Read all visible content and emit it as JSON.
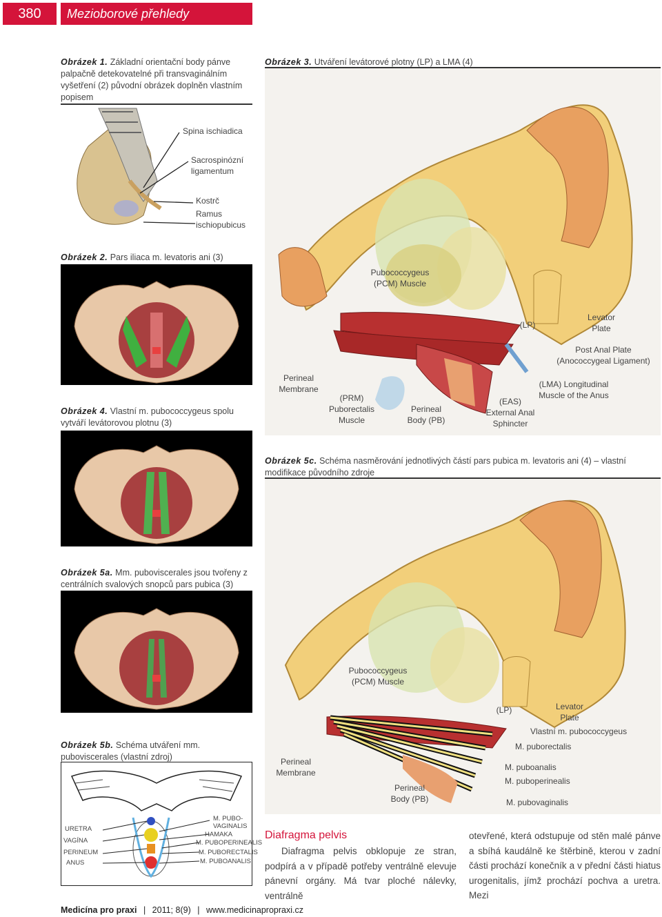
{
  "header": {
    "page_number": "380",
    "section": "Mezioborové přehledy"
  },
  "fig1": {
    "label": "Obrázek 1.",
    "caption": "Základní orientační body pánve palpačně detekovatelné při transvaginálním vyšetření (2) původní obrázek doplněn vlastním popisem",
    "labels": [
      "Spina ischiadica",
      "Sacrospinózní",
      "ligamentum",
      "Kostrč",
      "Ramus",
      "ischiopubicus"
    ]
  },
  "fig2": {
    "label": "Obrázek 2.",
    "caption": "Pars iliaca m. levatoris ani (3)"
  },
  "fig3": {
    "label": "Obrázek 3.",
    "caption": "Utváření levátorové plotny (LP) a LMA (4)",
    "labels": {
      "pcm1": "Pubococcygeus",
      "pcm2": "(PCM) Muscle",
      "lp": "(LP)",
      "lev1": "Levator",
      "lev2": "Plate",
      "pap1": "Post Anal Plate",
      "pap2": "(Anococcygeal Ligament)",
      "pm1": "Perineal",
      "pm2": "Membrane",
      "prm1": "(PRM)",
      "prm2": "Puborectalis",
      "prm3": "Muscle",
      "pb1": "Perineal",
      "pb2": "Body (PB)",
      "eas1": "(EAS)",
      "eas2": "External Anal",
      "eas3": "Sphincter",
      "lma1": "(LMA) Longitudinal",
      "lma2": "Muscle of the Anus"
    }
  },
  "fig4": {
    "label": "Obrázek 4.",
    "caption": "Vlastní m. pubococcygeus spolu vytváří levátorovou plotnu (3)"
  },
  "fig5a": {
    "label": "Obrázek 5a.",
    "caption": "Mm. puboviscerales jsou tvořeny z centrálních svalových snopců pars pubica (3)"
  },
  "fig5b": {
    "label": "Obrázek 5b.",
    "caption": "Schéma utváření mm. puboviscerales (vlastní zdroj)",
    "left": [
      "URETRA",
      "VAGÍNA",
      "PERINEUM",
      "ANUS"
    ],
    "right": [
      "M. PUBO-",
      "VAGINALIS",
      "HAMAKA",
      "M. PUBOPERINEALIS",
      "M. PUBORECTALIS",
      "M. PUBOANALIS"
    ]
  },
  "fig5c": {
    "label": "Obrázek 5c.",
    "caption": "Schéma nasměrování jednotlivých částí pars pubica m. levatoris ani (4) – vlastní modifikace původního zdroje",
    "labels": {
      "pcm1": "Pubococcygeus",
      "pcm2": "(PCM) Muscle",
      "lp": "(LP)",
      "lev1": "Levator",
      "lev2": "Plate",
      "vpc": "Vlastní m. pubococcygeus",
      "pr": "M. puborectalis",
      "pa": "M. puboanalis",
      "pp": "M. puboperinealis",
      "pv": "M. pubovaginalis",
      "pm1": "Perineal",
      "pm2": "Membrane",
      "pb1": "Perineal",
      "pb2": "Body (PB)"
    }
  },
  "article": {
    "heading": "Diafragma pelvis",
    "col1": "Diafragma pelvis obklopuje ze stran, podpírá a v případě potřeby ventrálně elevuje pánevní orgány. Má tvar ploché nálevky, ventrálně",
    "col2": "otevřené, která odstupuje od stěn malé pánve a sbíhá kaudálně ke štěrbině, kterou v zadní části prochází konečník a v přední části hiatus urogenitalis, jímž prochází pochva a uretra. Mezi"
  },
  "footer": {
    "journal": "Medicína pro praxi",
    "issue": "2011; 8(9)",
    "url": "www.medicinapropraxi.cz"
  }
}
